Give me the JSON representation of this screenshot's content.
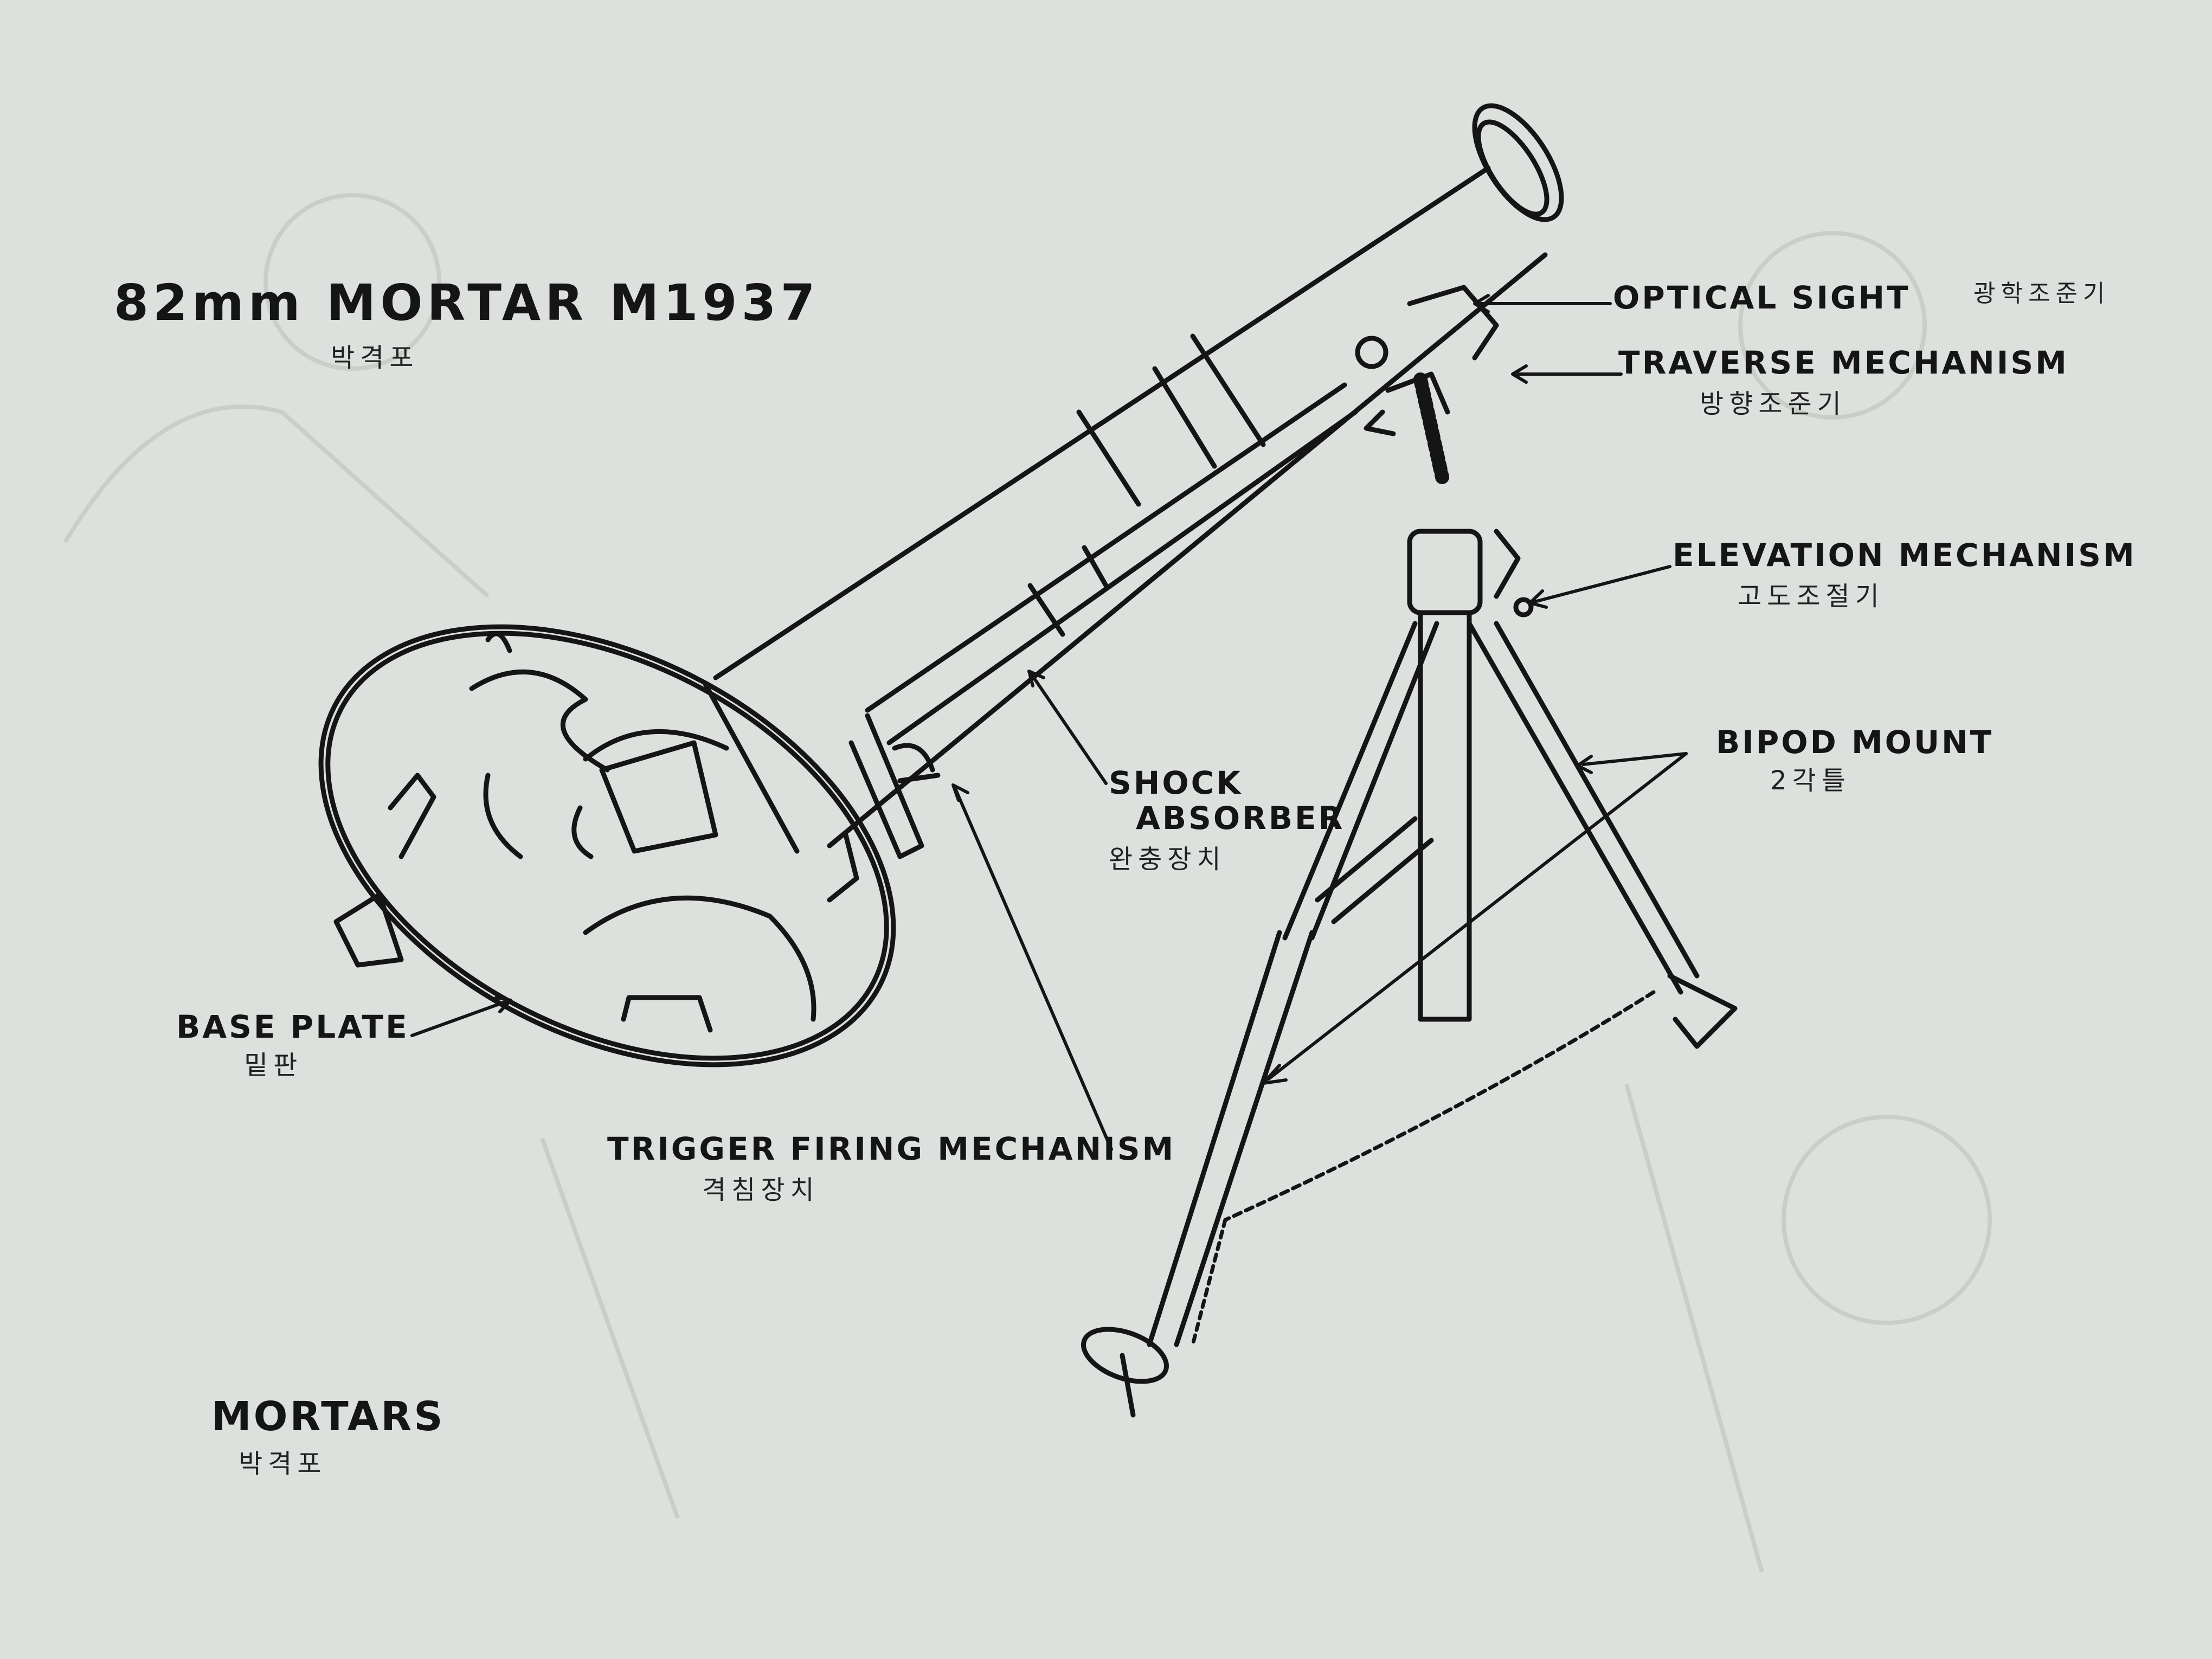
{
  "title": {
    "en": "82mm  MORTAR  M1937",
    "ko": "박격포"
  },
  "section": {
    "en": "MORTARS",
    "ko": "박격포"
  },
  "labels": {
    "optical_sight": {
      "en": "OPTICAL  SIGHT",
      "ko": "광학조준기"
    },
    "traverse_mechanism": {
      "en": "TRAVERSE  MECHANISM",
      "ko": "방향조준기"
    },
    "elevation_mechanism": {
      "en": "ELEVATION  MECHANISM",
      "ko": "고도조절기"
    },
    "bipod_mount": {
      "en": "BIPOD  MOUNT",
      "ko": "2각틀"
    },
    "shock_absorber": {
      "en_line1": "SHOCK",
      "en_line2": "ABSORBER",
      "ko": "완충장치"
    },
    "base_plate": {
      "en": "BASE  PLATE",
      "ko": "밑판"
    },
    "trigger_firing_mechanism": {
      "en": "TRIGGER  FIRING  MECHANISM",
      "ko": "격침장치"
    }
  },
  "colors": {
    "paper": "#dde1dd",
    "ink": "#151515",
    "show_through": "#c9cec9"
  }
}
